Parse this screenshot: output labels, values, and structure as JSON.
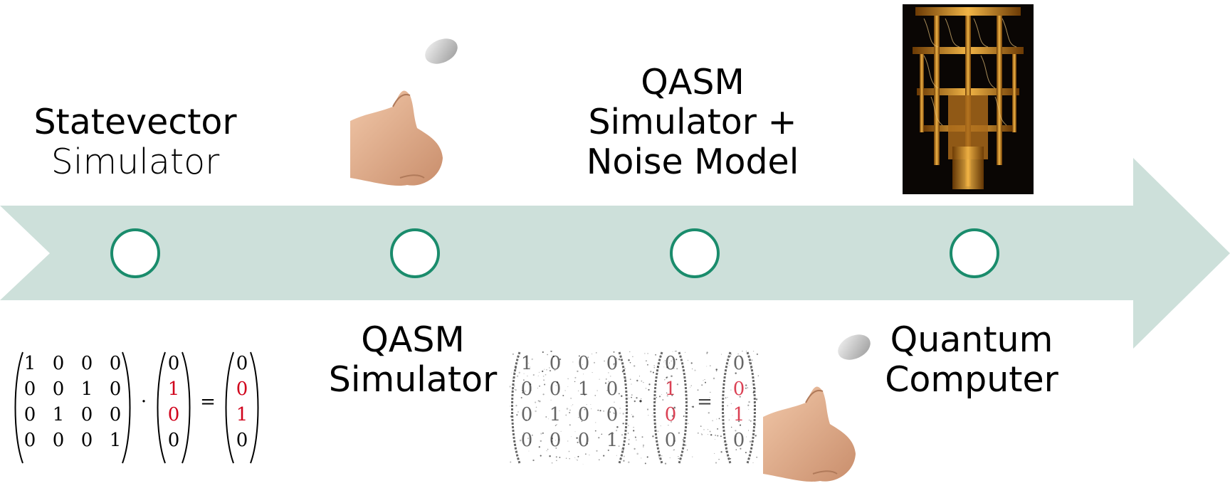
{
  "colors": {
    "arrow": "#cde0da",
    "node_stroke": "#1a8c6c",
    "node_fill": "#ffffff",
    "highlight": "#d0021b"
  },
  "stages": [
    {
      "title_line1": "Statevector",
      "title_line2": "Simulator",
      "position": "top"
    },
    {
      "title_line1": "QASM",
      "title_line2": "Simulator",
      "position": "bottom"
    },
    {
      "title_line1": "QASM",
      "title_line2": "Simulator +",
      "title_line3": "Noise Model",
      "position": "top"
    },
    {
      "title_line1": "Quantum",
      "title_line2": "Computer",
      "position": "bottom"
    }
  ],
  "equation": {
    "matrix": [
      [
        "1",
        "0",
        "0",
        "0"
      ],
      [
        "0",
        "0",
        "1",
        "0"
      ],
      [
        "0",
        "1",
        "0",
        "0"
      ],
      [
        "0",
        "0",
        "0",
        "1"
      ]
    ],
    "vector_in": [
      "0",
      "1",
      "0",
      "0"
    ],
    "vector_out": [
      "0",
      "0",
      "1",
      "0"
    ],
    "highlight_rows": [
      1,
      2
    ],
    "dot": "·",
    "equals": "="
  },
  "icons": {
    "coin_toss_1": "hand-coin-toss-photo",
    "coin_toss_2": "hand-coin-toss-photo",
    "quantum_computer": "quantum-computer-cryostat-photo",
    "noisy_equation": "noisy-matrix-equation-image"
  }
}
